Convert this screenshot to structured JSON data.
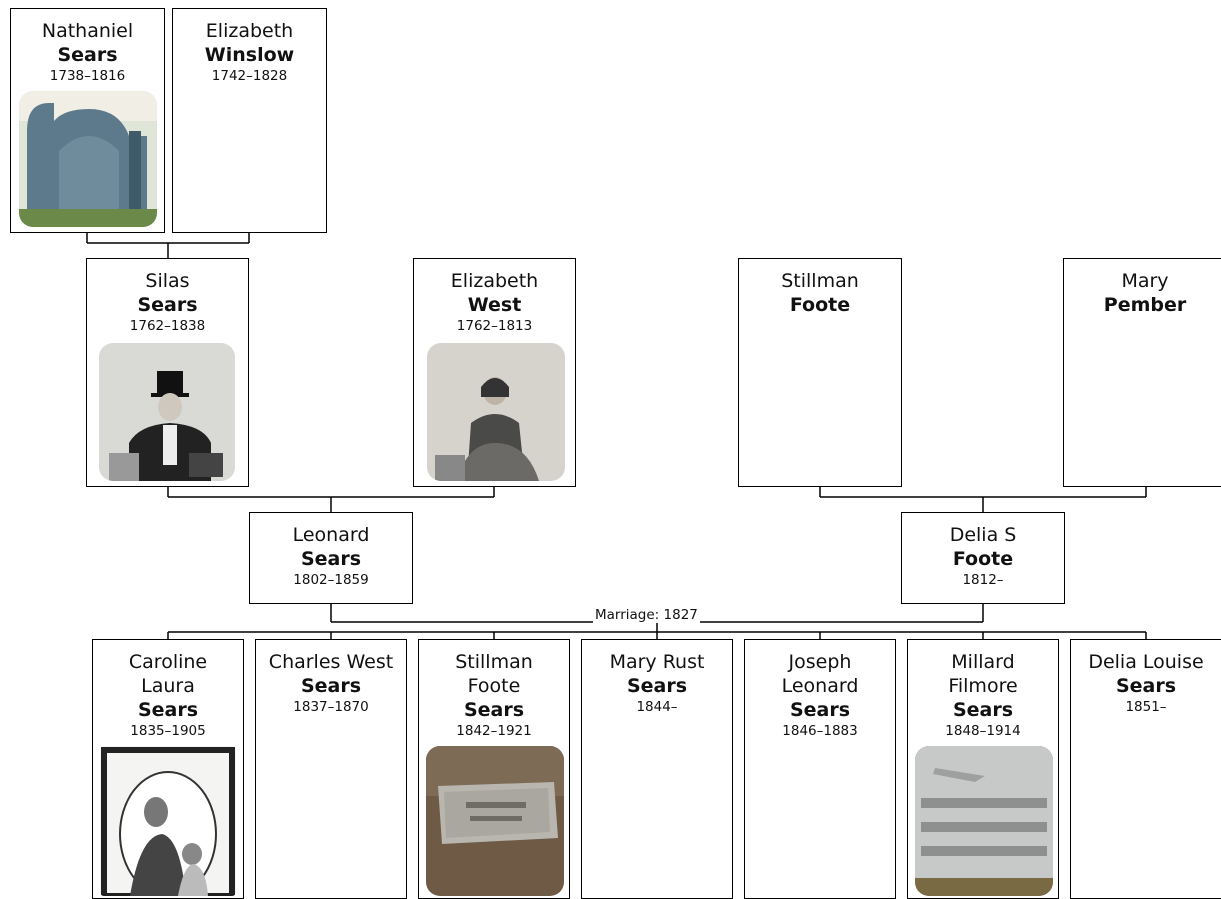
{
  "people": {
    "nathaniel": {
      "given": "Nathaniel",
      "surname": "Sears",
      "dates": "1738–1816",
      "photo": "gravestone-photo"
    },
    "elizabeth_winslow": {
      "given": "Elizabeth",
      "surname": "Winslow",
      "dates": "1742–1828"
    },
    "silas": {
      "given": "Silas",
      "surname": "Sears",
      "dates": "1762–1838",
      "photo": "portrait-photo"
    },
    "elizabeth_west": {
      "given": "Elizabeth",
      "surname": "West",
      "dates": "1762–1813",
      "photo": "portrait-photo"
    },
    "stillman_foote_sr": {
      "given": "Stillman",
      "surname": "Foote",
      "dates": ""
    },
    "mary_pember": {
      "given": "Mary",
      "surname": "Pember",
      "dates": ""
    },
    "leonard": {
      "given": "Leonard",
      "surname": "Sears",
      "dates": "1802–1859"
    },
    "delia_s": {
      "given": "Delia S",
      "surname": "Foote",
      "dates": "1812–"
    },
    "caroline": {
      "given": "Caroline\nLaura",
      "surname": "Sears",
      "dates": "1835–1905",
      "photo": "framed-portrait-photo"
    },
    "charles": {
      "given": "Charles West",
      "surname": "Sears",
      "dates": "1837–1870"
    },
    "stillman_jr": {
      "given": "Stillman\nFoote",
      "surname": "Sears",
      "dates": "1842–1921",
      "photo": "grave-marker-photo"
    },
    "mary_rust": {
      "given": "Mary Rust",
      "surname": "Sears",
      "dates": "1844–"
    },
    "joseph": {
      "given": "Joseph\nLeonard",
      "surname": "Sears",
      "dates": "1846–1883"
    },
    "millard": {
      "given": "Millard\nFilmore",
      "surname": "Sears",
      "dates": "1848–1914",
      "photo": "grave-marker-photo"
    },
    "delia_louise": {
      "given": "Delia Louise",
      "surname": "Sears",
      "dates": "1851–"
    }
  },
  "marriage_label": "Marriage: 1827",
  "colors": {
    "line": "#000000",
    "card_border": "#000000",
    "background": "#ffffff"
  }
}
